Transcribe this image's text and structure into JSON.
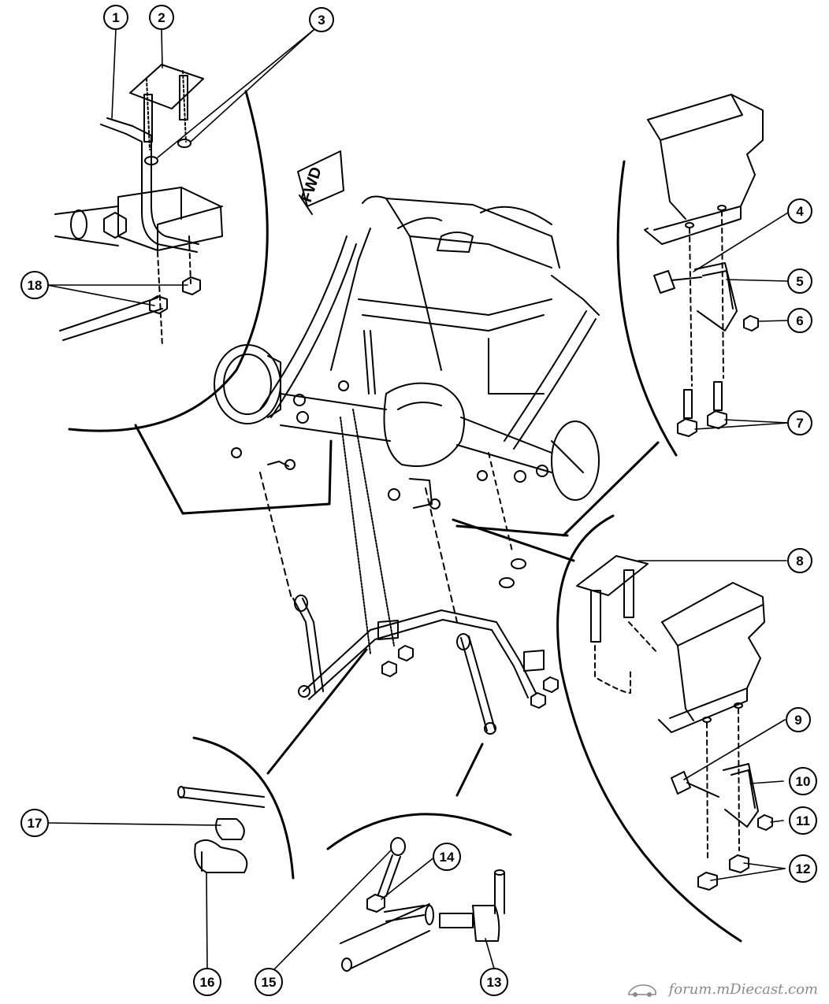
{
  "diagram": {
    "direction_label": "FWD",
    "callouts": [
      {
        "label": "1"
      },
      {
        "label": "2"
      },
      {
        "label": "3"
      },
      {
        "label": "4"
      },
      {
        "label": "5"
      },
      {
        "label": "6"
      },
      {
        "label": "7"
      },
      {
        "label": "8"
      },
      {
        "label": "9"
      },
      {
        "label": "10"
      },
      {
        "label": "11"
      },
      {
        "label": "12"
      },
      {
        "label": "13"
      },
      {
        "label": "14"
      },
      {
        "label": "15"
      },
      {
        "label": "16"
      },
      {
        "label": "17"
      },
      {
        "label": "18"
      }
    ]
  },
  "watermark": {
    "text": "forum.mDiecast.com",
    "icon": "car-logo-icon"
  }
}
